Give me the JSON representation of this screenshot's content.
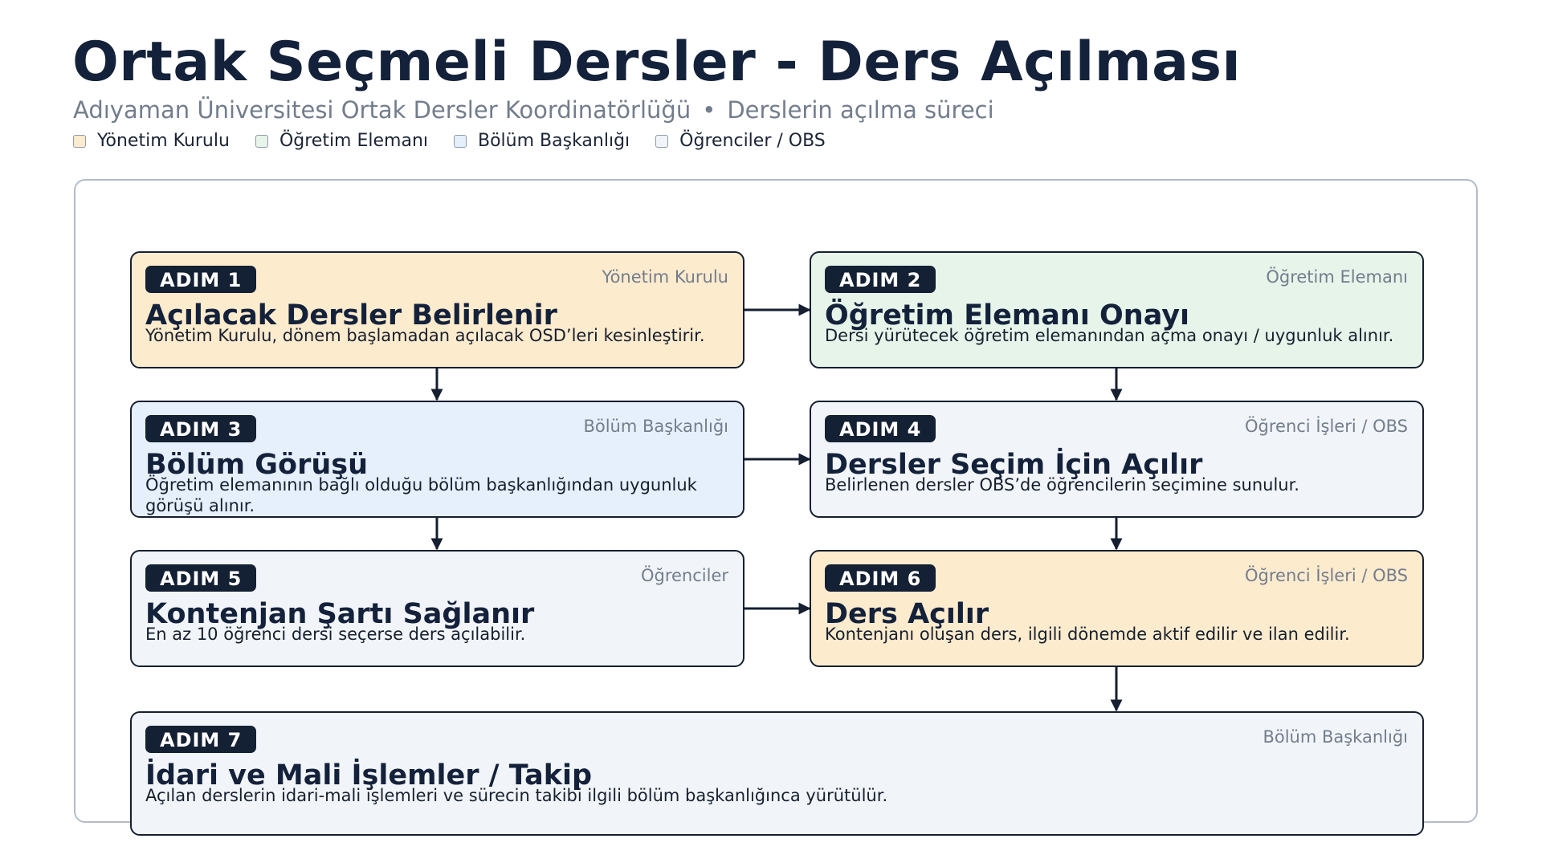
{
  "header": {
    "title": "Ortak Seçmeli Dersler - Ders Açılması",
    "subtitle_org": "Adıyaman Üniversitesi Ortak Dersler Koordinatörlüğü",
    "subtitle_sep": "•",
    "subtitle_desc": "Derslerin açılma süreci"
  },
  "legend": [
    {
      "label": "Yönetim Kurulu",
      "color": "#fdebce"
    },
    {
      "label": "Öğretim Elemanı",
      "color": "#e6f4ea"
    },
    {
      "label": "Bölüm Başkanlığı",
      "color": "#e6f0fc"
    },
    {
      "label": "Öğrenciler / OBS",
      "color": "#f1f5f9"
    }
  ],
  "steps": [
    {
      "badge": "ADIM 1",
      "owner": "Yönetim Kurulu",
      "title": "Açılacak Dersler Belirlenir",
      "desc": "Yönetim Kurulu, dönem başlamadan açılacak OSD’leri kesinleştirir.",
      "color": "#fdebce"
    },
    {
      "badge": "ADIM 2",
      "owner": "Öğretim Elemanı",
      "title": "Öğretim Elemanı Onayı",
      "desc": "Dersi yürütecek öğretim elemanından açma onayı / uygunluk alınır.",
      "color": "#e6f4ea"
    },
    {
      "badge": "ADIM 3",
      "owner": "Bölüm Başkanlığı",
      "title": "Bölüm Görüşü",
      "desc": "Öğretim elemanının bağlı olduğu bölüm başkanlığından uygunluk görüşü alınır.",
      "color": "#e6f0fc"
    },
    {
      "badge": "ADIM 4",
      "owner": "Öğrenci İşleri / OBS",
      "title": "Dersler Seçim İçin Açılır",
      "desc": "Belirlenen dersler OBS’de öğrencilerin seçimine sunulur.",
      "color": "#f1f5f9"
    },
    {
      "badge": "ADIM 5",
      "owner": "Öğrenciler",
      "title": "Kontenjan Şartı Sağlanır",
      "desc": "En az 10 öğrenci dersi seçerse ders açılabilir.",
      "color": "#f1f5f9"
    },
    {
      "badge": "ADIM 6",
      "owner": "Öğrenci İşleri / OBS",
      "title": "Ders Açılır",
      "desc": "Kontenjanı oluşan ders, ilgili dönemde aktif edilir ve ilan edilir.",
      "color": "#fdebce"
    },
    {
      "badge": "ADIM 7",
      "owner": "Bölüm Başkanlığı",
      "title": "İdari ve Mali İşlemler / Takip",
      "desc": "Açılan derslerin idari-mali işlemleri ve sürecin takibi ilgili bölüm başkanlığınca yürütülür.",
      "color": "#f1f5f9"
    }
  ]
}
